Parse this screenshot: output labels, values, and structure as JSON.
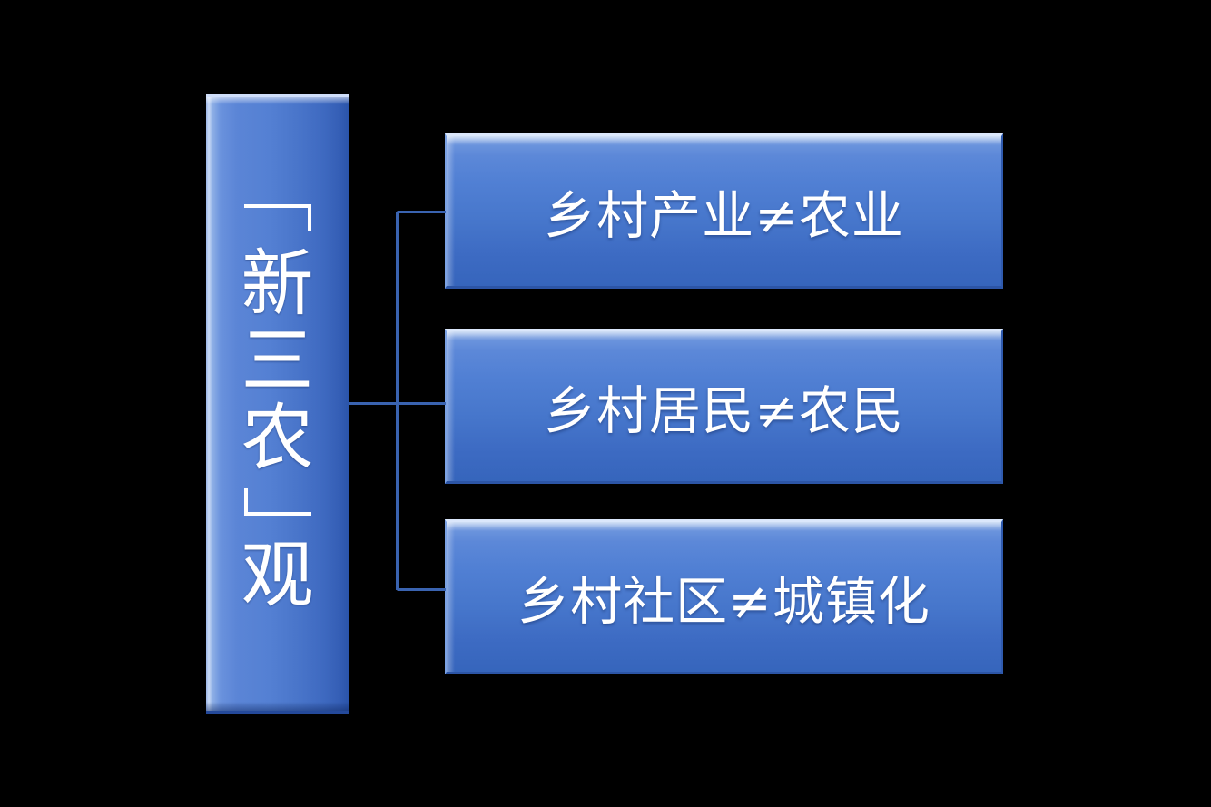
{
  "diagram": {
    "type": "bracket-list",
    "background_color": "#000000",
    "root": {
      "text_chars": [
        "﹁",
        "新",
        "三",
        "农",
        "﹂",
        "观"
      ],
      "plain_text": "「新三农」观",
      "orientation": "vertical",
      "fill_top_color": "#5b85d6",
      "fill_bottom_color": "#2a54aa",
      "text_color": "#ffffff"
    },
    "connector": {
      "color": "#3a63b0",
      "stroke_width": 3,
      "style": "elbow-bracket"
    },
    "items": [
      {
        "id": "item-1",
        "label": "乡村产业≠农业",
        "left_term": "乡村产业",
        "relation": "≠",
        "right_term": "农业"
      },
      {
        "id": "item-2",
        "label": "乡村居民≠农民",
        "left_term": "乡村居民",
        "relation": "≠",
        "right_term": "农民"
      },
      {
        "id": "item-3",
        "label": "乡村社区≠城镇化",
        "left_term": "乡村社区",
        "relation": "≠",
        "right_term": "城镇化"
      }
    ],
    "palette": {
      "box_highlight": "#8fb2e8",
      "box_mid": "#5180d4",
      "box_deep": "#3464bb",
      "bevel_light": "#dbe7fb",
      "bevel_dark": "#2c55a6",
      "text": "#ffffff"
    }
  }
}
